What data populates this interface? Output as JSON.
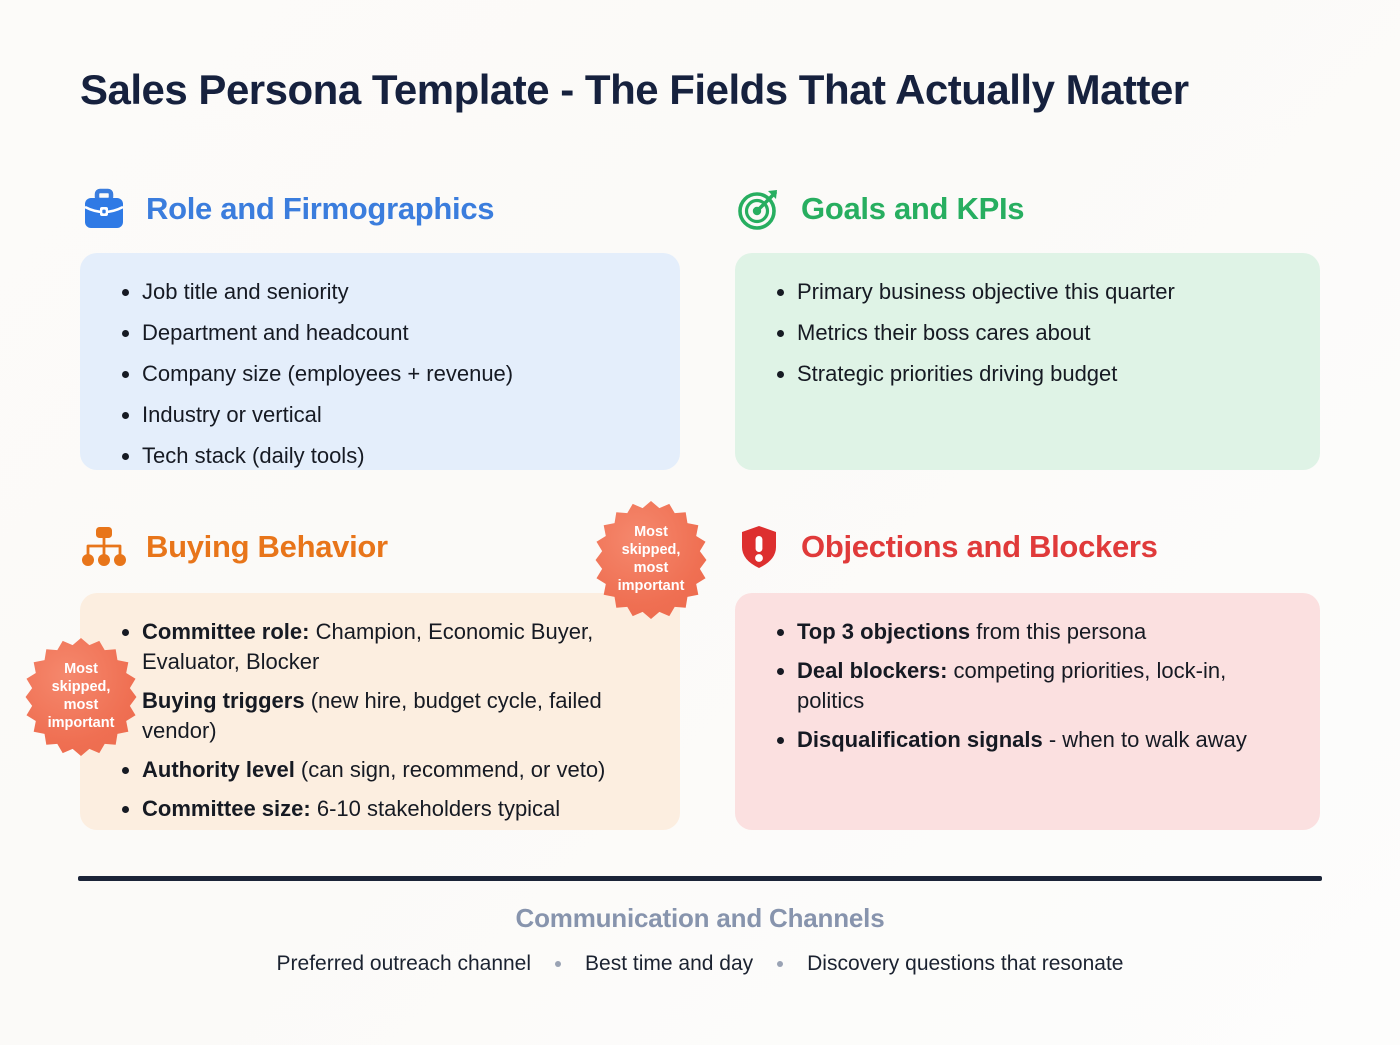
{
  "page": {
    "title": "Sales Persona Template - The Fields That Actually Matter",
    "background_color": "#fbfaf8",
    "title_color": "#16213e"
  },
  "sections": [
    {
      "id": "role",
      "icon": "briefcase-icon",
      "heading": "Role and Firmographics",
      "accent_color": "#3b7ddd",
      "card_color": "#e4eefb",
      "bullets": [
        {
          "lead": "",
          "text": "Job title and seniority"
        },
        {
          "lead": "",
          "text": "Department and headcount"
        },
        {
          "lead": "",
          "text": "Company size (employees + revenue)"
        },
        {
          "lead": "",
          "text": "Industry or vertical"
        },
        {
          "lead": "",
          "text": "Tech stack (daily tools)"
        }
      ]
    },
    {
      "id": "goals",
      "icon": "target-dart-icon",
      "heading": "Goals and KPIs",
      "accent_color": "#27ae60",
      "card_color": "#dff3e6",
      "bullets": [
        {
          "lead": "",
          "text": "Primary business objective this quarter"
        },
        {
          "lead": "",
          "text": "Metrics their boss cares about"
        },
        {
          "lead": "",
          "text": "Strategic priorities driving budget"
        }
      ]
    },
    {
      "id": "buying",
      "icon": "org-chart-icon",
      "heading": "Buying Behavior",
      "accent_color": "#e8751a",
      "card_color": "#fceee0",
      "bullets": [
        {
          "lead": "Committee role:",
          "text": " Champion, Economic Buyer, Evaluator, Blocker"
        },
        {
          "lead": "Buying triggers",
          "text": " (new hire, budget cycle, failed vendor)"
        },
        {
          "lead": "Authority level",
          "text": " (can sign, recommend, or veto)"
        },
        {
          "lead": "Committee size:",
          "text": " 6-10 stakeholders typical"
        }
      ]
    },
    {
      "id": "objections",
      "icon": "shield-alert-icon",
      "heading": "Objections and Blockers",
      "accent_color": "#e03a3a",
      "card_color": "#fbe0e0",
      "bullets": [
        {
          "lead": "Top 3 objections",
          "text": " from this persona"
        },
        {
          "lead": "Deal blockers:",
          "text": " competing priorities, lock-in, politics"
        },
        {
          "lead": "Disqualification signals",
          "text": " - when to walk away"
        }
      ]
    }
  ],
  "badges": {
    "label_line1": "Most",
    "label_line2": "skipped,",
    "label_line3": "most",
    "label_line4": "important",
    "color": "#ef6f52",
    "text_color": "#ffffff"
  },
  "footer": {
    "divider_color": "#1b2438",
    "title": "Communication and Channels",
    "title_color": "#8794ad",
    "items": [
      "Preferred outreach channel",
      "Best time and day",
      "Discovery questions that resonate"
    ]
  }
}
